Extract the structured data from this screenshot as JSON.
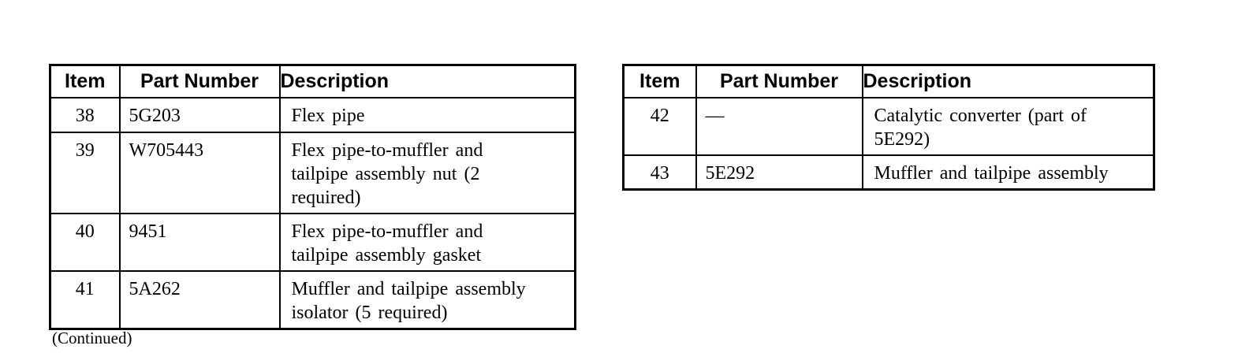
{
  "page": {
    "background_color": "#ffffff",
    "text_color": "#000000",
    "border_color": "#000000"
  },
  "tables": [
    {
      "name": "exhaust-parts-table-continued-left",
      "headers": [
        "Item",
        "Part Number",
        "Description"
      ],
      "rows": [
        {
          "item": "38",
          "part_number": "5G203",
          "description": "Flex pipe"
        },
        {
          "item": "39",
          "part_number": "W705443",
          "description": "Flex pipe-to-muffler and\ntailpipe assembly nut (2\nrequired)"
        },
        {
          "item": "40",
          "part_number": "9451",
          "description": "Flex pipe-to-muffler and\ntailpipe assembly gasket"
        },
        {
          "item": "41",
          "part_number": "5A262",
          "description": "Muffler and tailpipe assembly\nisolator (5 required)"
        }
      ],
      "footer": "(Continued)"
    },
    {
      "name": "exhaust-parts-table-continued-right",
      "headers": [
        "Item",
        "Part Number",
        "Description"
      ],
      "rows": [
        {
          "item": "42",
          "part_number": "—",
          "description": "Catalytic converter (part of\n5E292)"
        },
        {
          "item": "43",
          "part_number": "5E292",
          "description": "Muffler and tailpipe assembly"
        }
      ]
    }
  ]
}
